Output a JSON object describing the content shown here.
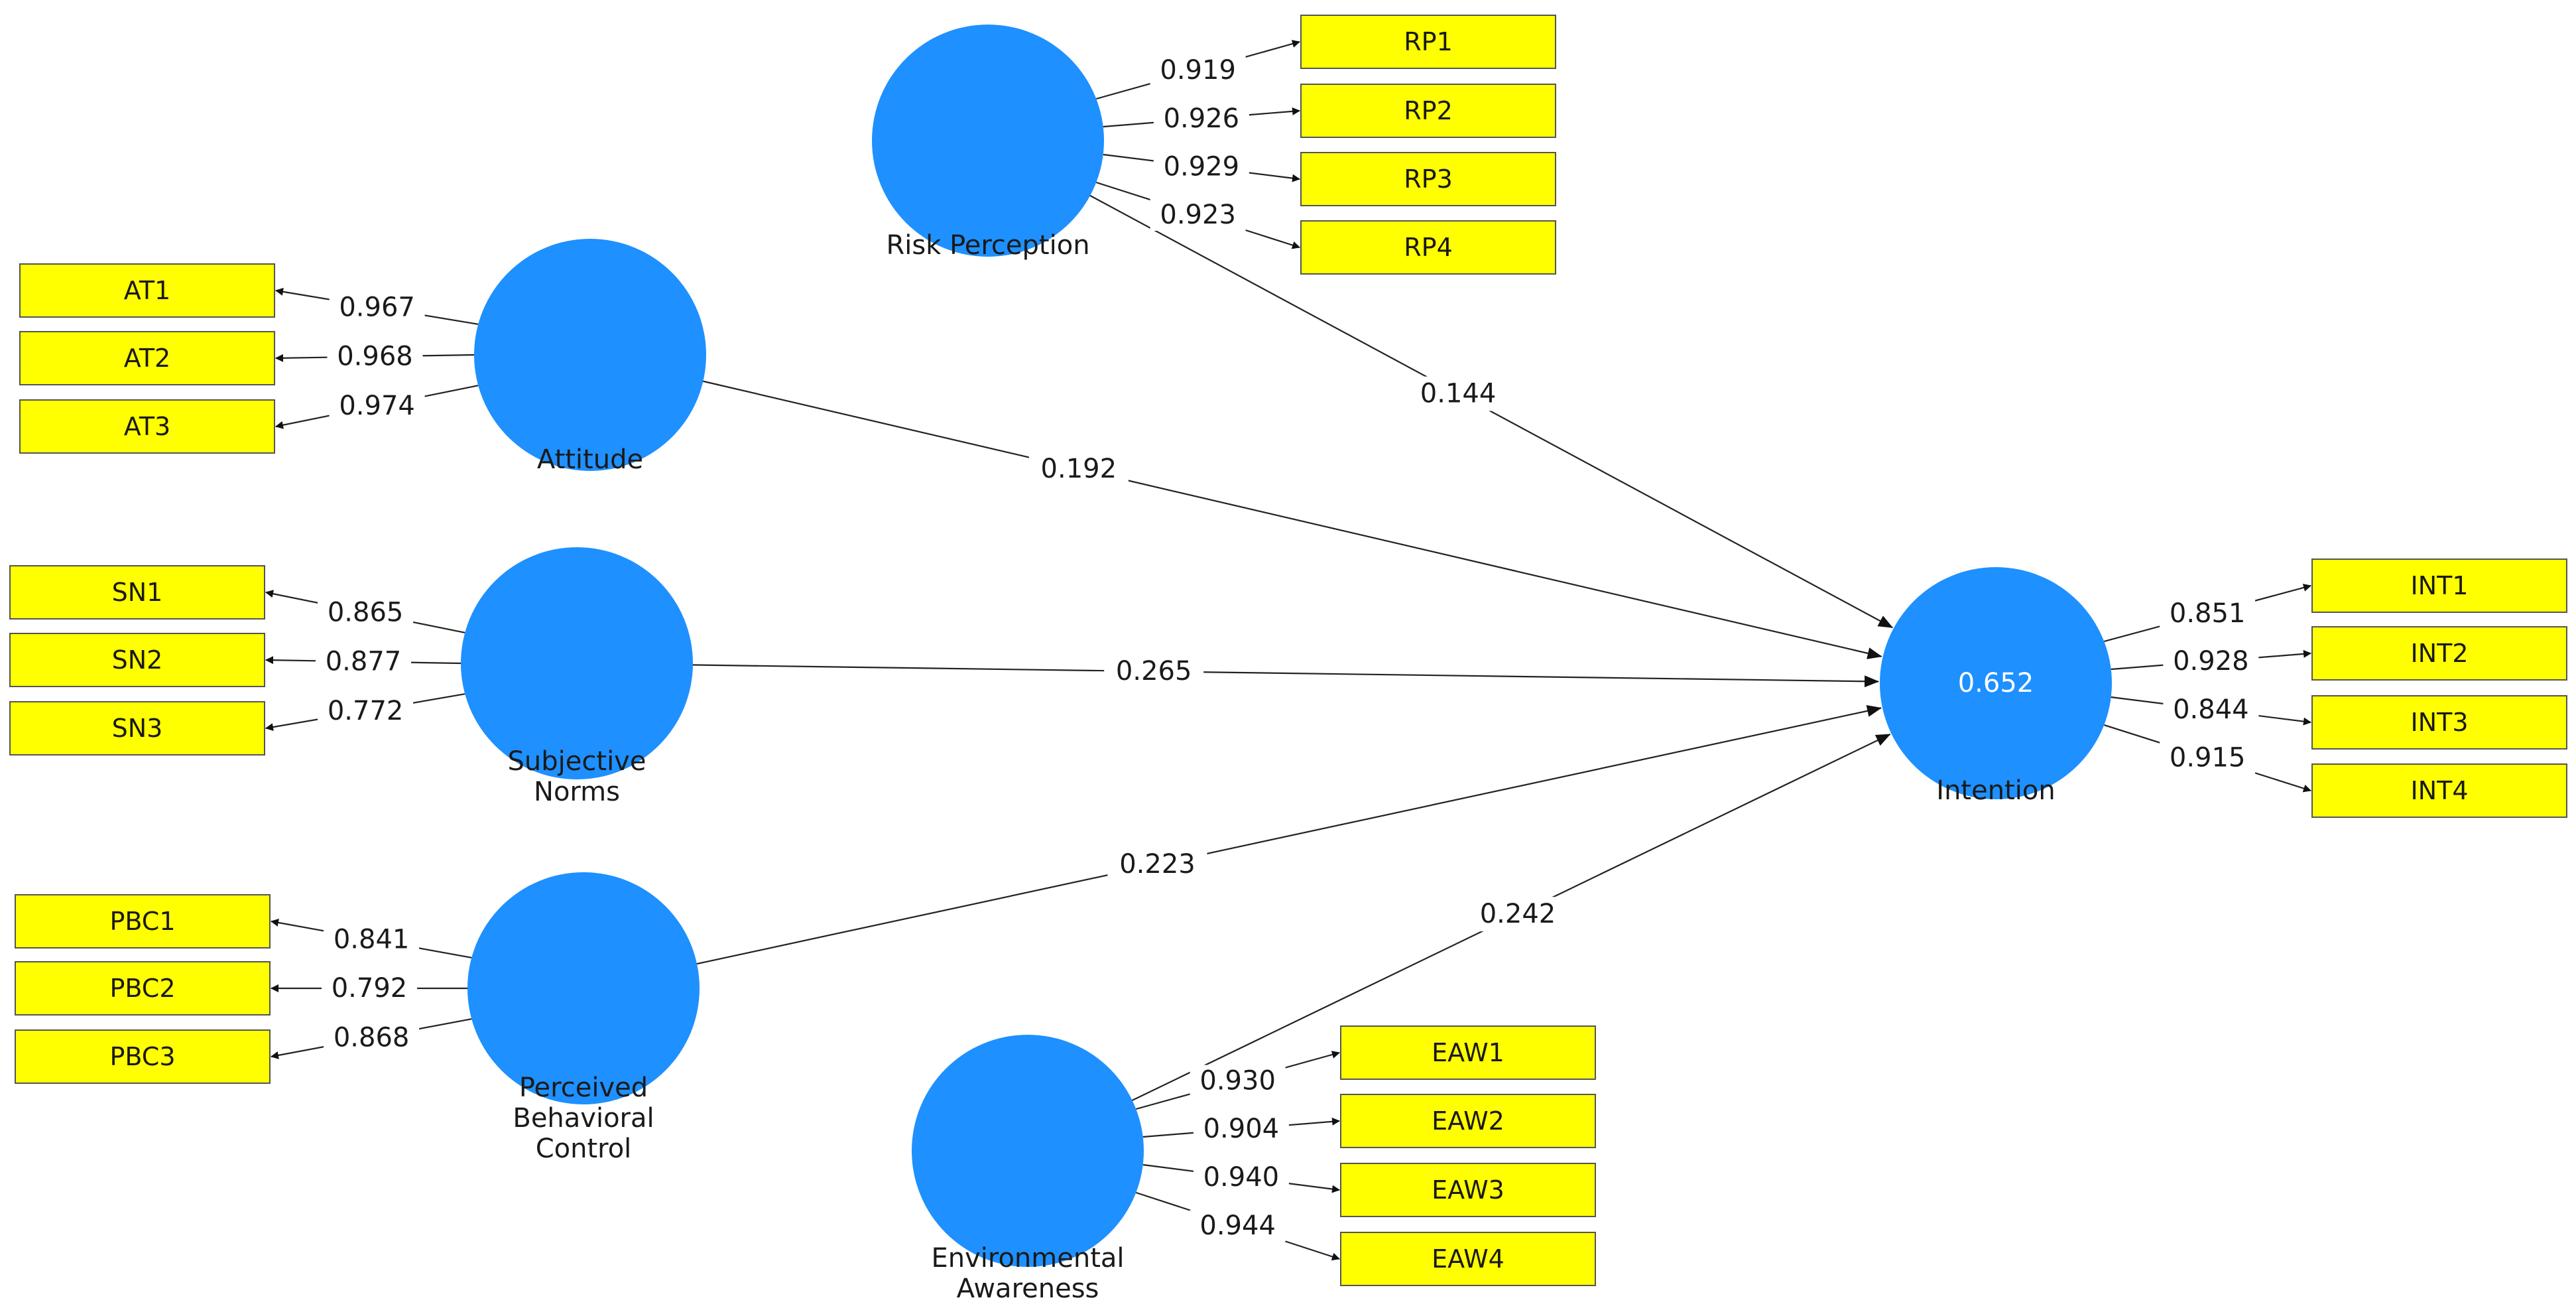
{
  "constructs": [
    {
      "id": "risk_perception",
      "label": [
        "Risk Perception"
      ],
      "indicators": [
        {
          "name": "RP1",
          "loading": "0.919"
        },
        {
          "name": "RP2",
          "loading": "0.926"
        },
        {
          "name": "RP3",
          "loading": "0.929"
        },
        {
          "name": "RP4",
          "loading": "0.923"
        }
      ]
    },
    {
      "id": "attitude",
      "label": [
        "Attitude"
      ],
      "indicators": [
        {
          "name": "AT1",
          "loading": "0.967"
        },
        {
          "name": "AT2",
          "loading": "0.968"
        },
        {
          "name": "AT3",
          "loading": "0.974"
        }
      ]
    },
    {
      "id": "subjective_norms",
      "label": [
        "Subjective",
        "Norms"
      ],
      "indicators": [
        {
          "name": "SN1",
          "loading": "0.865"
        },
        {
          "name": "SN2",
          "loading": "0.877"
        },
        {
          "name": "SN3",
          "loading": "0.772"
        }
      ]
    },
    {
      "id": "perceived_behavioral_control",
      "label": [
        "Perceived",
        "Behavioral",
        "Control"
      ],
      "indicators": [
        {
          "name": "PBC1",
          "loading": "0.841"
        },
        {
          "name": "PBC2",
          "loading": "0.792"
        },
        {
          "name": "PBC3",
          "loading": "0.868"
        }
      ]
    },
    {
      "id": "environmental_awareness",
      "label": [
        "Environmental",
        "Awareness"
      ],
      "indicators": [
        {
          "name": "EAW1",
          "loading": "0.930"
        },
        {
          "name": "EAW2",
          "loading": "0.904"
        },
        {
          "name": "EAW3",
          "loading": "0.940"
        },
        {
          "name": "EAW4",
          "loading": "0.944"
        }
      ]
    },
    {
      "id": "intention",
      "label": [
        "Intention"
      ],
      "r_squared": "0.652",
      "indicators": [
        {
          "name": "INT1",
          "loading": "0.851"
        },
        {
          "name": "INT2",
          "loading": "0.928"
        },
        {
          "name": "INT3",
          "loading": "0.844"
        },
        {
          "name": "INT4",
          "loading": "0.915"
        }
      ]
    }
  ],
  "paths": [
    {
      "from": "risk_perception",
      "to": "intention",
      "coefficient": "0.144"
    },
    {
      "from": "attitude",
      "to": "intention",
      "coefficient": "0.192"
    },
    {
      "from": "subjective_norms",
      "to": "intention",
      "coefficient": "0.265"
    },
    {
      "from": "perceived_behavioral_control",
      "to": "intention",
      "coefficient": "0.223"
    },
    {
      "from": "environmental_awareness",
      "to": "intention",
      "coefficient": "0.242"
    }
  ],
  "colors": {
    "construct_fill": "#1e90ff",
    "indicator_fill": "#ffff00"
  }
}
